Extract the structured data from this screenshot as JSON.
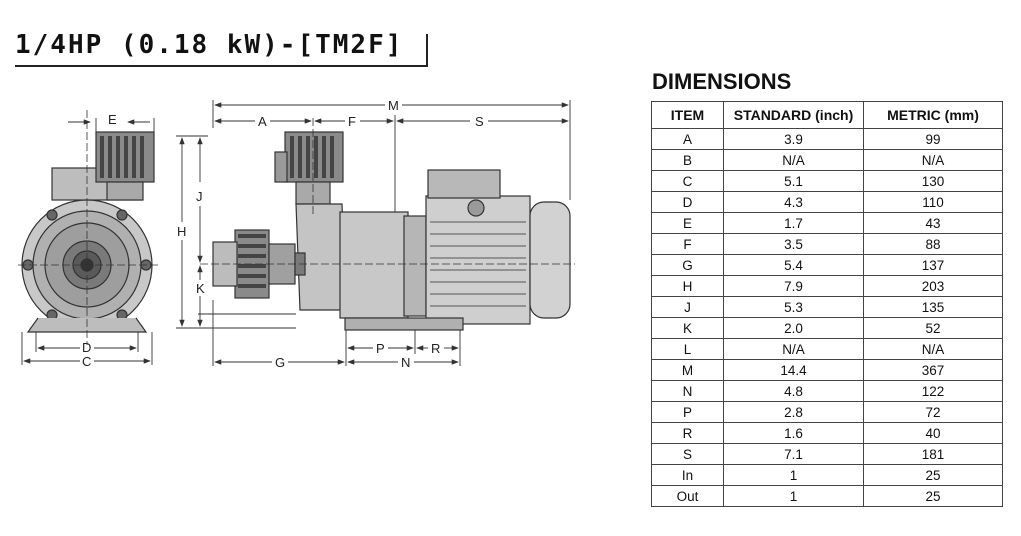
{
  "title": "1/4HP (0.18 kW)-[TM2F]",
  "dimensions": {
    "heading": "DIMENSIONS",
    "columns": [
      "ITEM",
      "STANDARD (inch)",
      "METRIC (mm)"
    ],
    "rows": [
      [
        "A",
        "3.9",
        "99"
      ],
      [
        "B",
        "N/A",
        "N/A"
      ],
      [
        "C",
        "5.1",
        "130"
      ],
      [
        "D",
        "4.3",
        "110"
      ],
      [
        "E",
        "1.7",
        "43"
      ],
      [
        "F",
        "3.5",
        "88"
      ],
      [
        "G",
        "5.4",
        "137"
      ],
      [
        "H",
        "7.9",
        "203"
      ],
      [
        "J",
        "5.3",
        "135"
      ],
      [
        "K",
        "2.0",
        "52"
      ],
      [
        "L",
        "N/A",
        "N/A"
      ],
      [
        "M",
        "14.4",
        "367"
      ],
      [
        "N",
        "4.8",
        "122"
      ],
      [
        "P",
        "2.8",
        "72"
      ],
      [
        "R",
        "1.6",
        "40"
      ],
      [
        "S",
        "7.1",
        "181"
      ],
      [
        "In",
        "1",
        "25"
      ],
      [
        "Out",
        "1",
        "25"
      ]
    ]
  },
  "drawing_labels": {
    "E": "E",
    "D": "D",
    "C": "C",
    "A": "A",
    "F": "F",
    "M": "M",
    "S": "S",
    "J": "J",
    "H": "H",
    "K": "K",
    "G": "G",
    "P": "P",
    "R": "R",
    "N": "N"
  }
}
